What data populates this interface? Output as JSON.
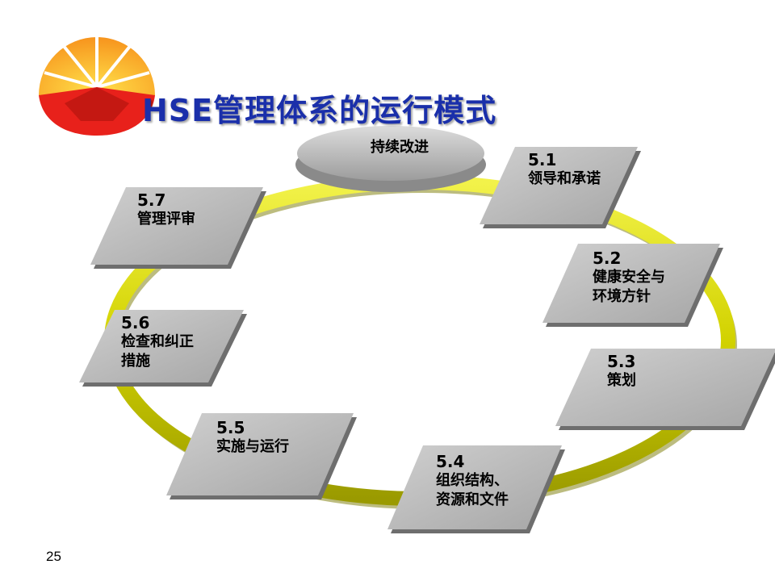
{
  "title": "HSE管理体系的运行模式",
  "center": "持续改进",
  "page_number": "25",
  "elements": [
    {
      "num": "5.1",
      "label": "领导和承诺"
    },
    {
      "num": "5.2",
      "label": "健康安全与\n环境方针"
    },
    {
      "num": "5.3",
      "label": "策划"
    },
    {
      "num": "5.4",
      "label": "组织结构、\n资源和文件"
    },
    {
      "num": "5.5",
      "label": "实施与运行"
    },
    {
      "num": "5.6",
      "label": "检查和纠正\n措施"
    },
    {
      "num": "5.7",
      "label": "管理评审"
    }
  ],
  "colors": {
    "title": "#1a2faa",
    "ring": "#d6d600",
    "card": "#b4b4b4",
    "logo_red": "#e8211b",
    "logo_orange": "#f7941d"
  }
}
